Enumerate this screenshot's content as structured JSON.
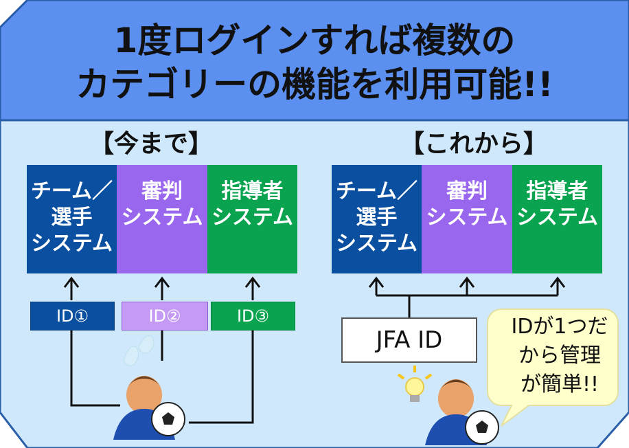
{
  "title": {
    "line1": "1度ログインすれば複数の",
    "line2": "カテゴリーの機能を利用可能!!"
  },
  "before": {
    "heading": "【今まで】",
    "systems": [
      {
        "label": "チーム／\n選手\nシステム",
        "color": "#0b4fa0"
      },
      {
        "label": "審判\nシステム",
        "color": "#9966ee"
      },
      {
        "label": "指導者\nシステム",
        "color": "#0aa34f"
      }
    ],
    "ids": [
      {
        "label": "ID①",
        "color": "#0b4fa0"
      },
      {
        "label": "ID②",
        "color": "#c49af5"
      },
      {
        "label": "ID③",
        "color": "#0aa34f"
      }
    ]
  },
  "after": {
    "heading": "【これから】",
    "systems": [
      {
        "label": "チーム／\n選手\nシステム",
        "color": "#0b4fa0"
      },
      {
        "label": "審判\nシステム",
        "color": "#9966ee"
      },
      {
        "label": "指導者\nシステム",
        "color": "#0aa34f"
      }
    ],
    "single_id": "JFA ID",
    "bubble": "IDが1つだ\nから管理\nが簡単!!"
  },
  "colors": {
    "header_bg": "#5b8ff0",
    "body_bg": "#cfe8fb",
    "border": "#2a5ea8"
  },
  "icons": [
    "user-with-soccer-ball-icon",
    "sweat-drops-icon",
    "lightbulb-icon"
  ]
}
